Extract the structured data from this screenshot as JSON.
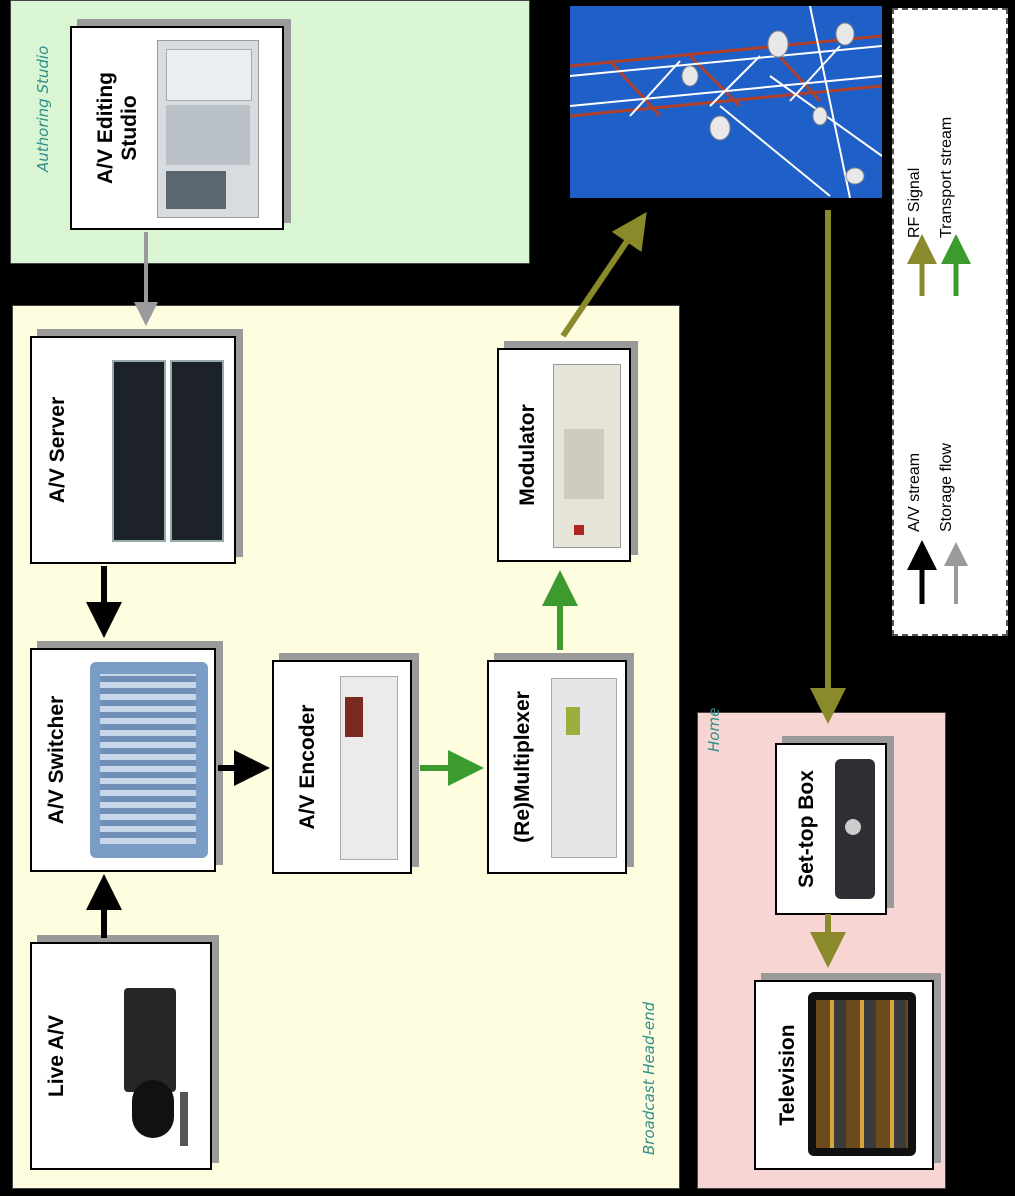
{
  "regions": {
    "authoring_studio": "Authoring Studio",
    "broadcast_head_end": "Broadcast Head-end",
    "home": "Home"
  },
  "nodes": {
    "av_editing_studio": "A/V Editing\nStudio",
    "av_server": "A/V Server",
    "av_switcher": "A/V Switcher",
    "live_av": "Live A/V",
    "av_encoder": "A/V Encoder",
    "remultiplexer": "(Re)Multiplexer",
    "modulator": "Modulator",
    "set_top_box": "Set-top Box",
    "television": "Television"
  },
  "legend": {
    "av_stream": "A/V stream",
    "storage_flow": "Storage flow",
    "rf_signal": "RF Signal",
    "transport_stream": "Transport stream"
  },
  "colors": {
    "authoring_bg": "#d9f5d3",
    "headend_bg": "#fffde0",
    "home_bg": "#f6d5d2",
    "av_stream": "#000000",
    "storage_flow": "#9a9a9a",
    "rf_signal": "#8a8a2a",
    "transport_stream": "#3d9a2e",
    "sky": "#1f5fc8",
    "region_label": "#2f8f8a"
  }
}
